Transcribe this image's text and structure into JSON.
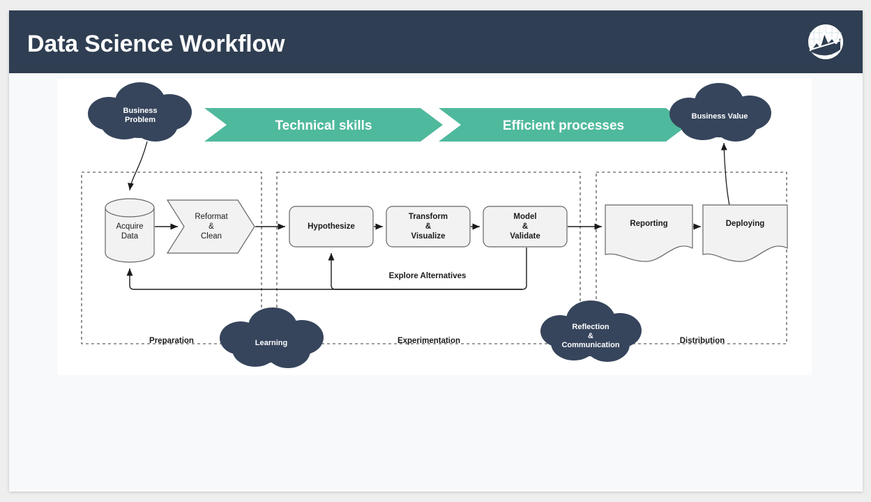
{
  "header": {
    "title": "Data Science Workflow",
    "logo_icon": "mountain-chart-circle-icon",
    "bg_color": "#2f3e52"
  },
  "colors": {
    "dark_navy": "#36455c",
    "header_navy": "#2f3e52",
    "green_band": "#4fb99d",
    "node_fill": "#f2f2f2",
    "node_stroke": "#666666",
    "page_bg": "#eeeeee",
    "slide_bg": "#f8f9fa",
    "panel_bg": "#ffffff"
  },
  "clouds": {
    "business_problem": "Business\nProblem",
    "business_value": "Business Value",
    "learning": "Learning",
    "reflection": "Reflection\n&\nCommunication"
  },
  "bands": [
    {
      "label": "Technical skills"
    },
    {
      "label": "Efficient processes"
    }
  ],
  "phases": [
    {
      "label": "Preparation"
    },
    {
      "label": "Experimentation"
    },
    {
      "label": "Distribution"
    }
  ],
  "nodes": {
    "acquire_data": "Acquire\nData",
    "reformat_clean": "Reformat\n&\nClean",
    "hypothesize": "Hypothesize",
    "transform_visualize": "Transform\n&\nVisualize",
    "model_validate": "Model\n&\nValidate",
    "reporting": "Reporting",
    "deploying": "Deploying"
  },
  "loops": {
    "explore_alternatives": "Explore Alternatives"
  }
}
